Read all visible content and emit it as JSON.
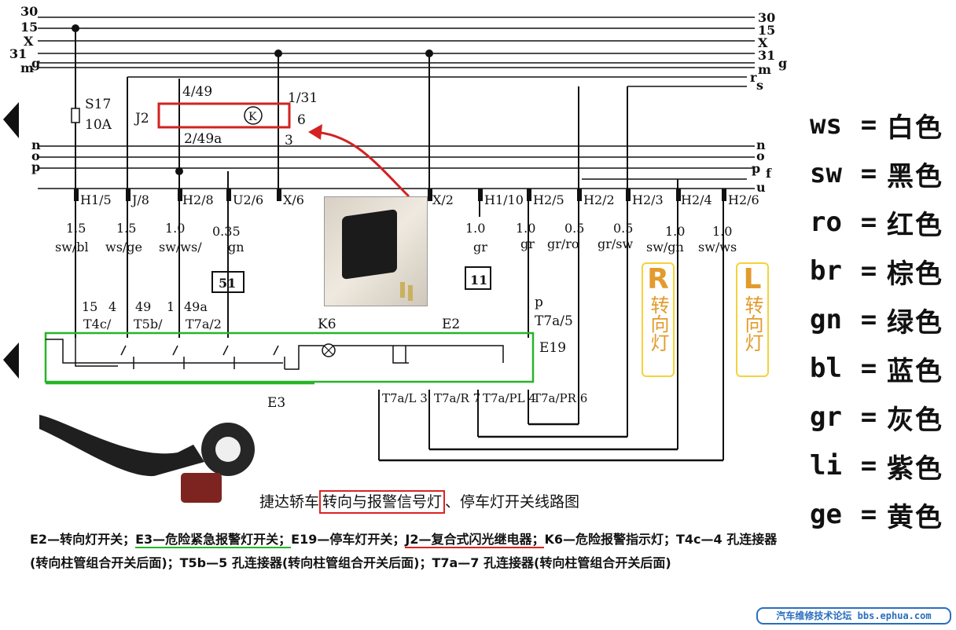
{
  "bus_lines": {
    "left_labels": [
      "30",
      "15",
      "X",
      "31",
      "m",
      "g"
    ],
    "right_labels": [
      "30",
      "15",
      "X",
      "31",
      "g",
      "m",
      "r",
      "s"
    ],
    "mid_left_labels": [
      "n",
      "o",
      "p"
    ],
    "mid_right_labels": [
      "n",
      "o",
      "p",
      "f",
      "u"
    ]
  },
  "fuse": {
    "label": "S17",
    "rating": "10A"
  },
  "relay": {
    "name": "J2",
    "pins": [
      "4/49",
      "2/49a",
      "1/31",
      "6",
      "3"
    ],
    "k_symbol": "K"
  },
  "connectors_top": [
    "H1/5",
    "J/8",
    "H2/8",
    "U2/6",
    "X/6",
    "X/2",
    "H1/10",
    "H2/5",
    "H2/2",
    "H2/3",
    "H2/4",
    "H2/6"
  ],
  "wires": [
    {
      "size": "1.5",
      "color": "sw/bl"
    },
    {
      "size": "1.5",
      "color": "ws/ge"
    },
    {
      "size": "1.0",
      "color": "sw/ws/"
    },
    {
      "size": "0.35",
      "color": "gn"
    },
    {
      "size": "1.0",
      "color": "gr"
    },
    {
      "size": "1.0",
      "color": "gr"
    },
    {
      "size": "0.5",
      "color": "gr/ro"
    },
    {
      "size": "0.5",
      "color": "gr/sw"
    },
    {
      "size": "1.0",
      "color": "sw/gn"
    },
    {
      "size": "1.0",
      "color": "sw/ws"
    }
  ],
  "boxes": [
    "51",
    "11"
  ],
  "switch_pins_top": [
    "15",
    "4",
    "49",
    "1",
    "49a",
    "T4c/",
    "T5b/",
    "T7a/2"
  ],
  "components": {
    "k6": "K6",
    "e2": "E2",
    "e19": "E19",
    "e3": "E3",
    "p_label": "p",
    "t7a_5": "T7a/5"
  },
  "switch_pins_bottom": [
    "T7a/L 3",
    "T7a/R 7",
    "T7a/PL 4",
    "T7a/PR 6"
  ],
  "side_labels": [
    {
      "letter": "R",
      "text": "转向灯"
    },
    {
      "letter": "L",
      "text": "转向灯"
    }
  ],
  "legend": [
    {
      "code": "ws",
      "name": "白色"
    },
    {
      "code": "sw",
      "name": "黑色"
    },
    {
      "code": "ro",
      "name": "红色"
    },
    {
      "code": "br",
      "name": "棕色"
    },
    {
      "code": "gn",
      "name": "绿色"
    },
    {
      "code": "bl",
      "name": "蓝色"
    },
    {
      "code": "gr",
      "name": "灰色"
    },
    {
      "code": "li",
      "name": "紫色"
    },
    {
      "code": "ge",
      "name": "黄色"
    }
  ],
  "caption": {
    "prefix": "捷达轿车",
    "boxed": "转向与报警信号灯",
    "suffix": "、停车灯开关线路图"
  },
  "description": {
    "p1": "E2—转向灯开关；",
    "p2": "E3—危险紧急报警灯开关；",
    "p3": "E19—停车灯开关；",
    "p4": "J2—复合式闪光继电器；",
    "p5": "K6—危险报警指示灯；T4c—4 孔连接器(转向柱管组合开关后面)；T5b—5 孔连接器(转向柱管组合开关后面)；T7a—7 孔连接器(转向柱管组合开关后面)"
  },
  "watermark": "汽车维修技术论坛 bbs.ephua.com",
  "colors": {
    "line": "#111111",
    "red_box": "#d22222",
    "green_box": "#27b427",
    "yellow_box": "#f5d23c",
    "orange_text": "#e39b2c"
  }
}
